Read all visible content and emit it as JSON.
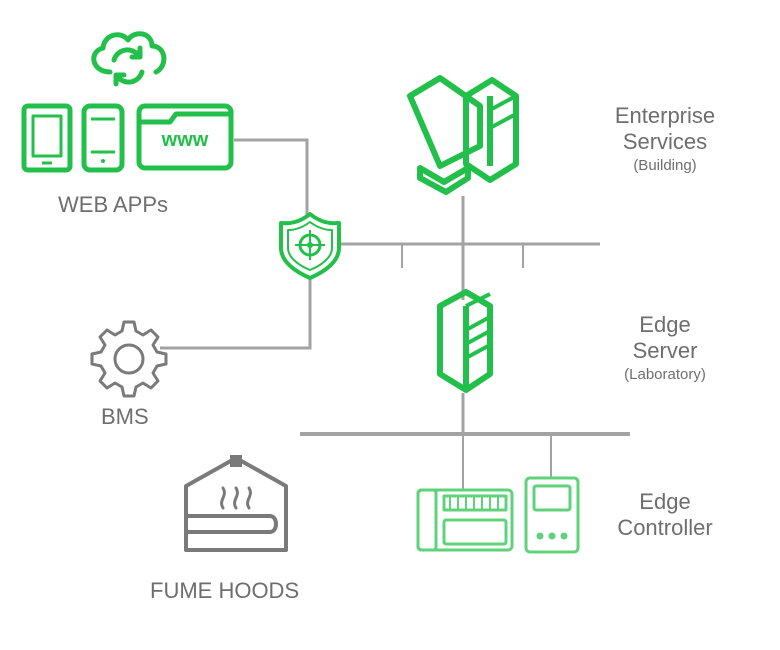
{
  "labels": {
    "web_apps": "WEB APPs",
    "bms": "BMS",
    "fume_hoods": "FUME HOODS",
    "enterprise": {
      "line1": "Enterprise",
      "line2": "Services",
      "sub": "(Building)"
    },
    "edge_server": {
      "line1": "Edge",
      "line2": "Server",
      "sub": "(Laboratory)"
    },
    "edge_controller": {
      "line1": "Edge",
      "line2": "Controller"
    },
    "www": "www"
  },
  "icons": {
    "cloud": "cloud-sync-icon",
    "tablet": "tablet-icon",
    "phone": "phone-icon",
    "browser": "browser-window-icon",
    "shield": "shield-target-icon",
    "gear": "gear-icon",
    "workstation": "workstation-server-icon",
    "edge_server": "edge-server-icon",
    "fume_hood": "fume-hood-icon",
    "controller_rail": "din-rail-controller-icon",
    "controller_panel": "controller-panel-icon"
  },
  "colors": {
    "green": "#22c04a",
    "green_light": "#5fd37a",
    "gray_icon": "#7a7a7a",
    "gray_line": "#a0a0a0",
    "text": "#6e6e6e"
  }
}
